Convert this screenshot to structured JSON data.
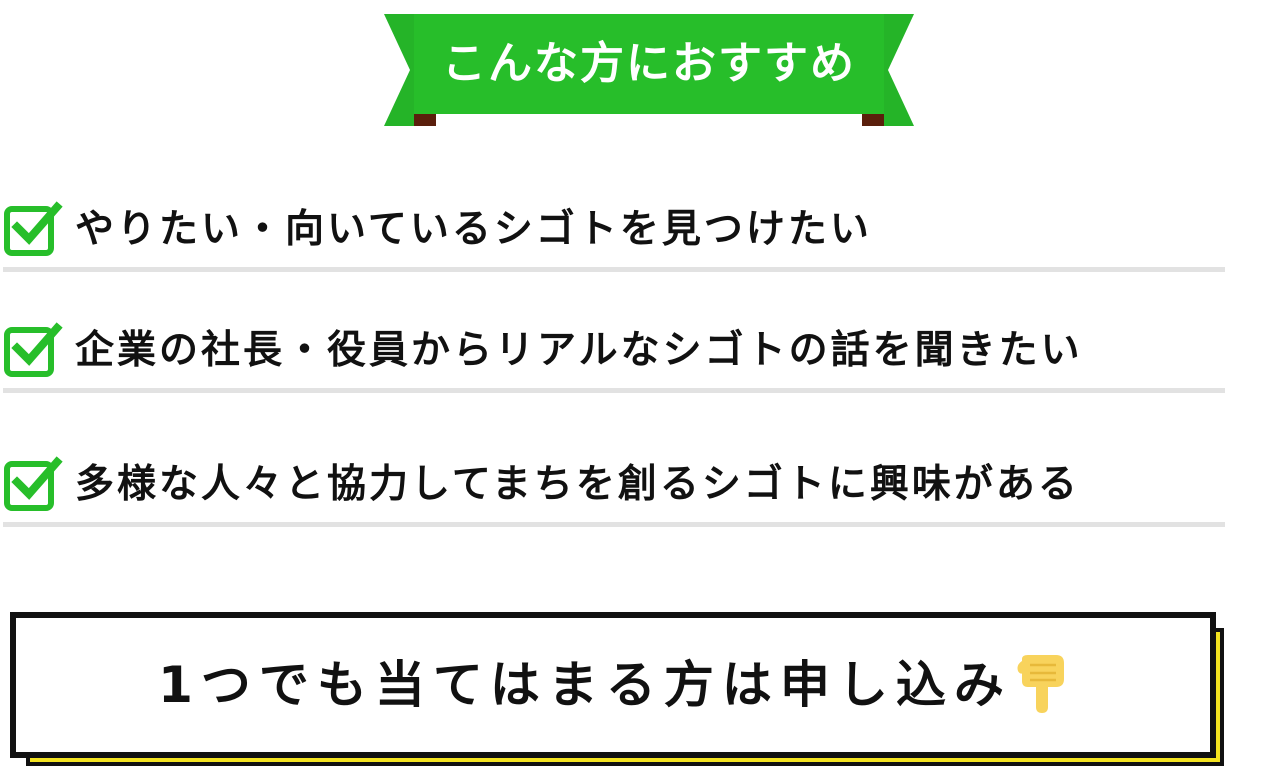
{
  "banner": {
    "title": "こんな方におすすめ"
  },
  "checklist": {
    "items": [
      {
        "label": "やりたい・向いているシゴトを見つけたい"
      },
      {
        "label": "企業の社長・役員からリアルなシゴトの話を聞きたい"
      },
      {
        "label": "多様な人々と協力してまちを創るシゴトに興味がある"
      }
    ]
  },
  "cta": {
    "label": "1つでも当てはまる方は申し込み"
  },
  "icons": {
    "check": "checkbox-checked-icon",
    "hand": "pointing-down-hand-icon"
  },
  "colors": {
    "green": "#27be2a",
    "green_dark": "#1e9a20",
    "ribbon_fold": "#5a1f0c",
    "yellow": "#f4e320",
    "divider": "#e2e2e2",
    "text": "#111111"
  }
}
